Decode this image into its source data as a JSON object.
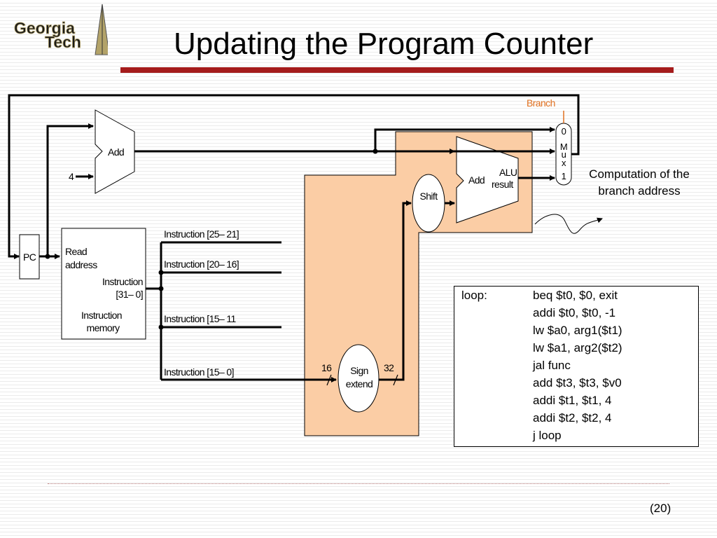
{
  "logo": {
    "line1": "Georgia",
    "line2": "Tech"
  },
  "title": "Updating the Program Counter",
  "page_number": "(20)",
  "annotation": "Computation of the branch address",
  "colors": {
    "title_rule": "#a51c1c",
    "highlight": "#fbcda5",
    "branch_label": "#e07020",
    "logo_gold": "#b3a369"
  },
  "diagram": {
    "add_pc": "Add",
    "const4": "4",
    "branch": "Branch",
    "mux_top": "0",
    "mux_m": "M",
    "mux_u": "u",
    "mux_x": "x",
    "mux_bottom": "1",
    "alu_add": "Add",
    "alu_result_1": "ALU",
    "alu_result_2": "result",
    "shift": "Shift",
    "pc": "PC",
    "imem_read_1": "Read",
    "imem_read_2": "address",
    "imem_instr_1": "Instruction",
    "imem_instr_2": "[31– 0]",
    "imem_name_1": "Instruction",
    "imem_name_2": "memory",
    "field_25_21": "Instruction [25– 21]",
    "field_20_16": "Instruction [20– 16]",
    "field_15_11": "Instruction [15– 11",
    "field_15_0": "Instruction [15– 0]",
    "width_16": "16",
    "width_32": "32",
    "sign_1": "Sign",
    "sign_2": "extend"
  },
  "code": [
    {
      "label": "loop:",
      "instr": "beq $t0, $0, exit"
    },
    {
      "label": "",
      "instr": "addi  $t0, $t0, -1"
    },
    {
      "label": "",
      "instr": "lw $a0, arg1($t1)"
    },
    {
      "label": "",
      "instr": "lw $a1, arg2($t2)"
    },
    {
      "label": "",
      "instr": "jal func"
    },
    {
      "label": "",
      "instr": "add $t3, $t3, $v0"
    },
    {
      "label": "",
      "instr": "addi $t1, $t1, 4"
    },
    {
      "label": "",
      "instr": "addi $t2, $t2, 4"
    },
    {
      "label": "",
      "instr": "j loop"
    }
  ]
}
